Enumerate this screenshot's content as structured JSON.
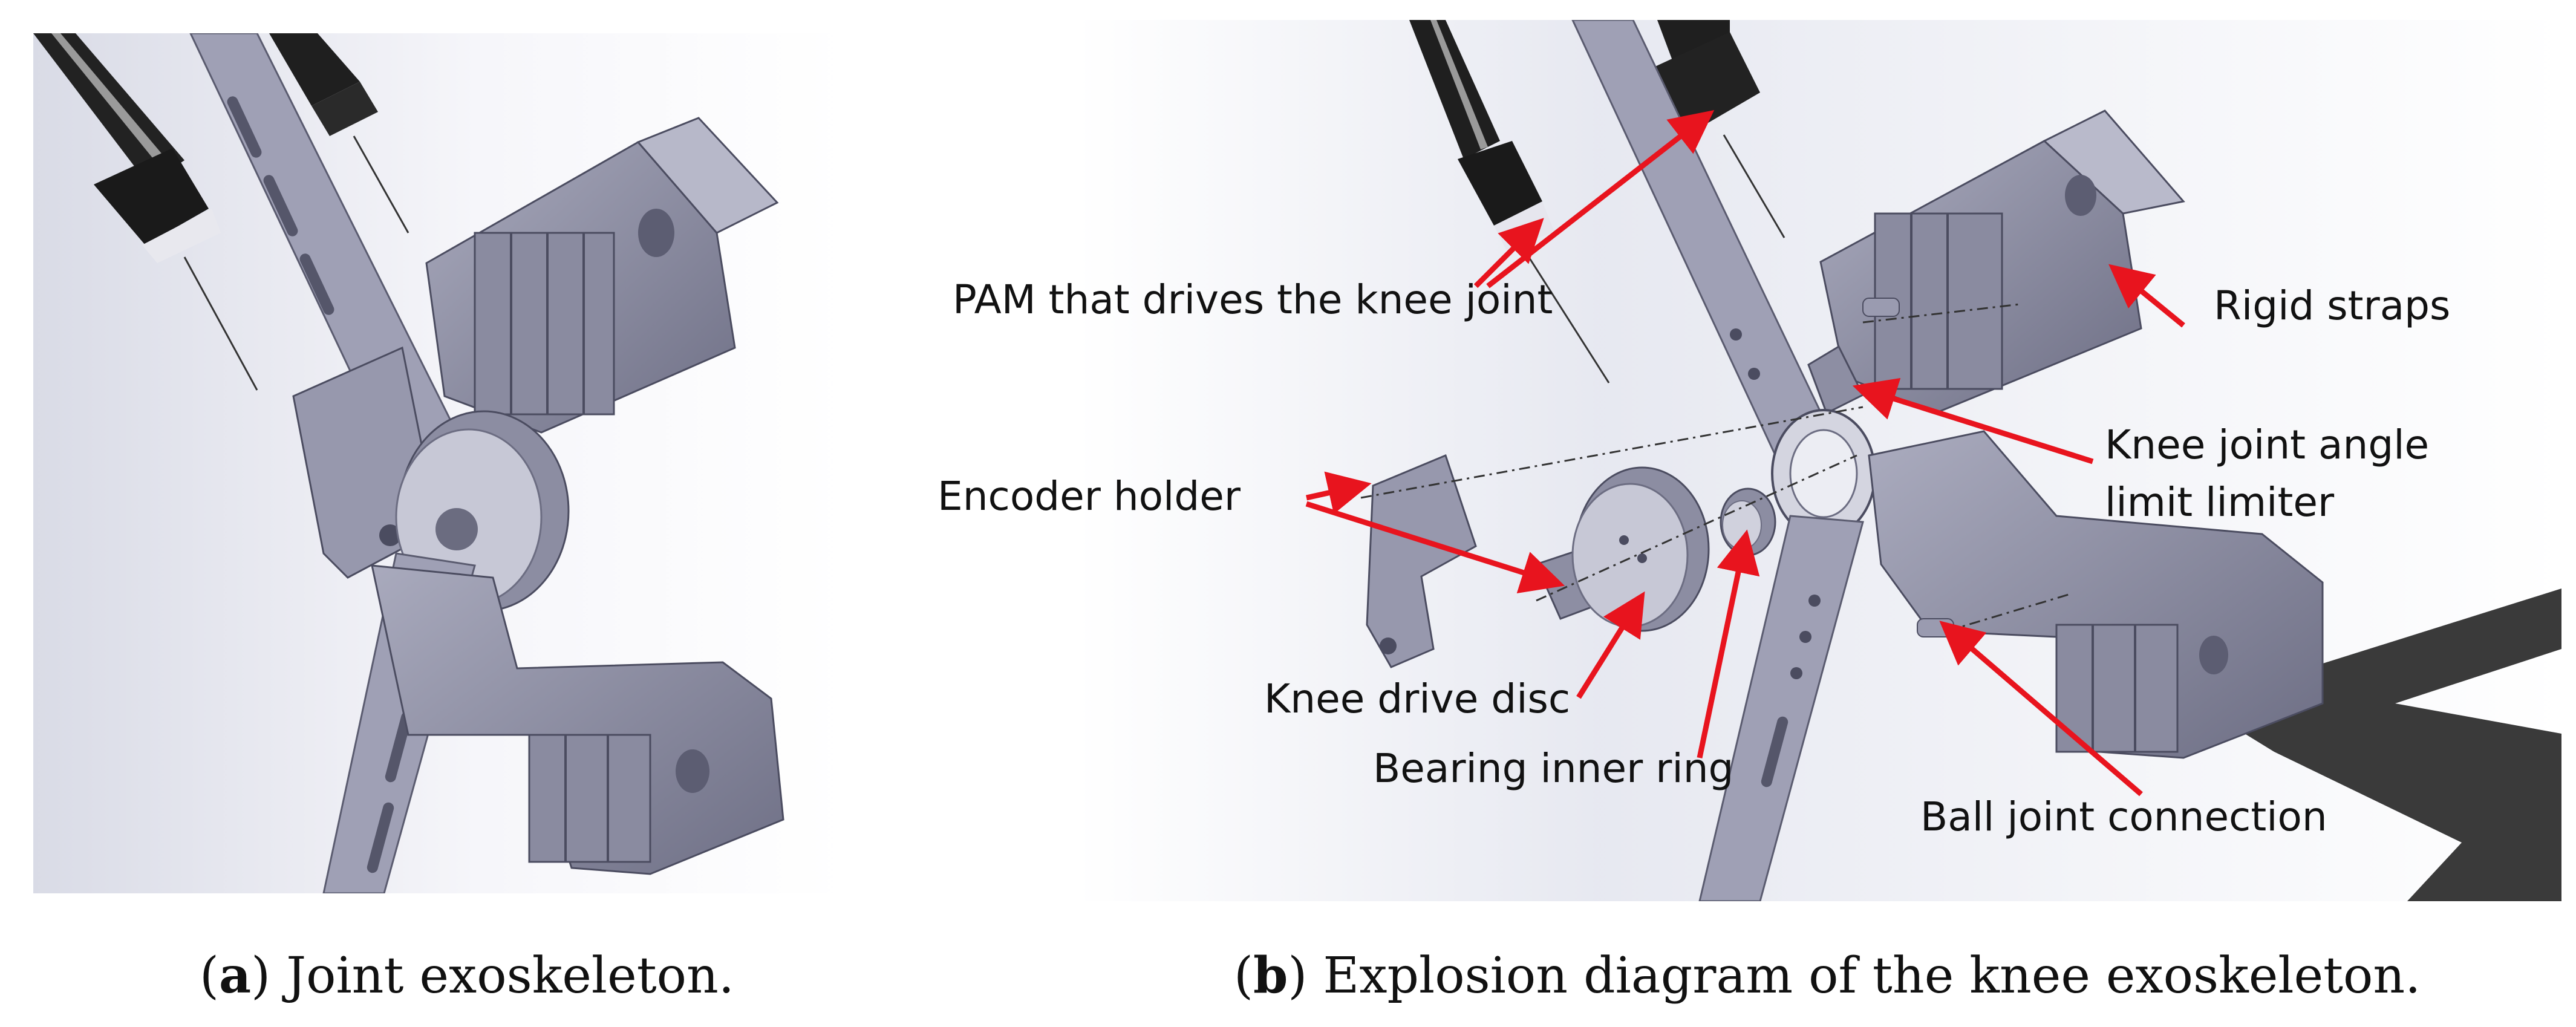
{
  "panel_a": {
    "caption_letter": "a",
    "caption_text": "Joint exoskeleton."
  },
  "panel_b": {
    "caption_letter": "b",
    "caption_text": "Explosion diagram of the knee exoskeleton.",
    "callouts": {
      "pam": "PAM that drives the knee joint",
      "rigid_straps": "Rigid straps",
      "encoder_holder": "Encoder holder",
      "angle_limiter_line1": "Knee joint angle",
      "angle_limiter_line2": "limit limiter",
      "drive_disc": "Knee drive disc",
      "bearing_ring": "Bearing inner ring",
      "ball_joint": "Ball joint connection"
    },
    "colors": {
      "arrow": "#e8141e",
      "metal": "#8e8fa6",
      "metal_dark": "#5a5b6f",
      "background": "#eef0f6"
    }
  }
}
